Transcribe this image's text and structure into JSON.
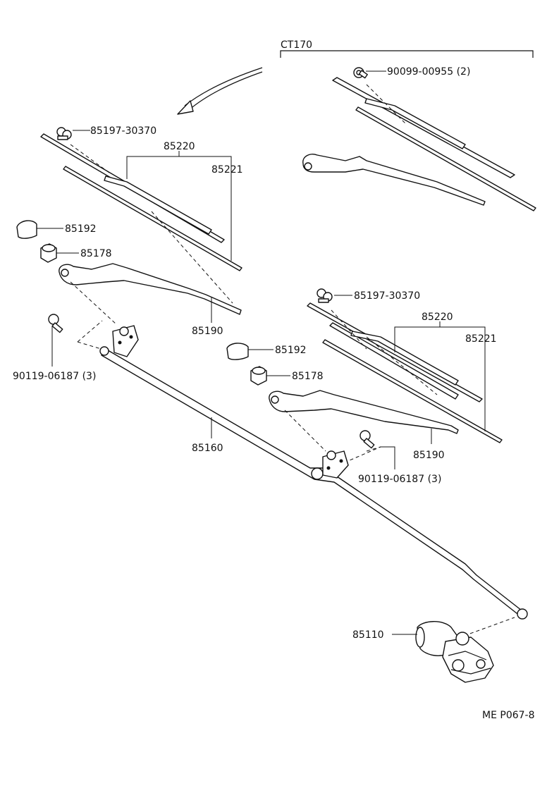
{
  "variant_label": "CT170",
  "figure_code": "ME P067-8",
  "labels": {
    "rt_bolt": "90099-00955 (2)",
    "lt_screw": "85197-30370",
    "lt_blade": "85220",
    "lt_refill": "85221",
    "lt_cover": "85192",
    "lt_nut": "85178",
    "lt_arm": "85190",
    "lt_bolts": "90119-06187 (3)",
    "link": "85160",
    "rb_screw": "85197-30370",
    "rb_blade": "85220",
    "rb_refill": "85221",
    "rb_cover": "85192",
    "rb_nut": "85178",
    "rb_arm": "85190",
    "rb_bolts": "90119-06187 (3)",
    "motor": "85110"
  }
}
